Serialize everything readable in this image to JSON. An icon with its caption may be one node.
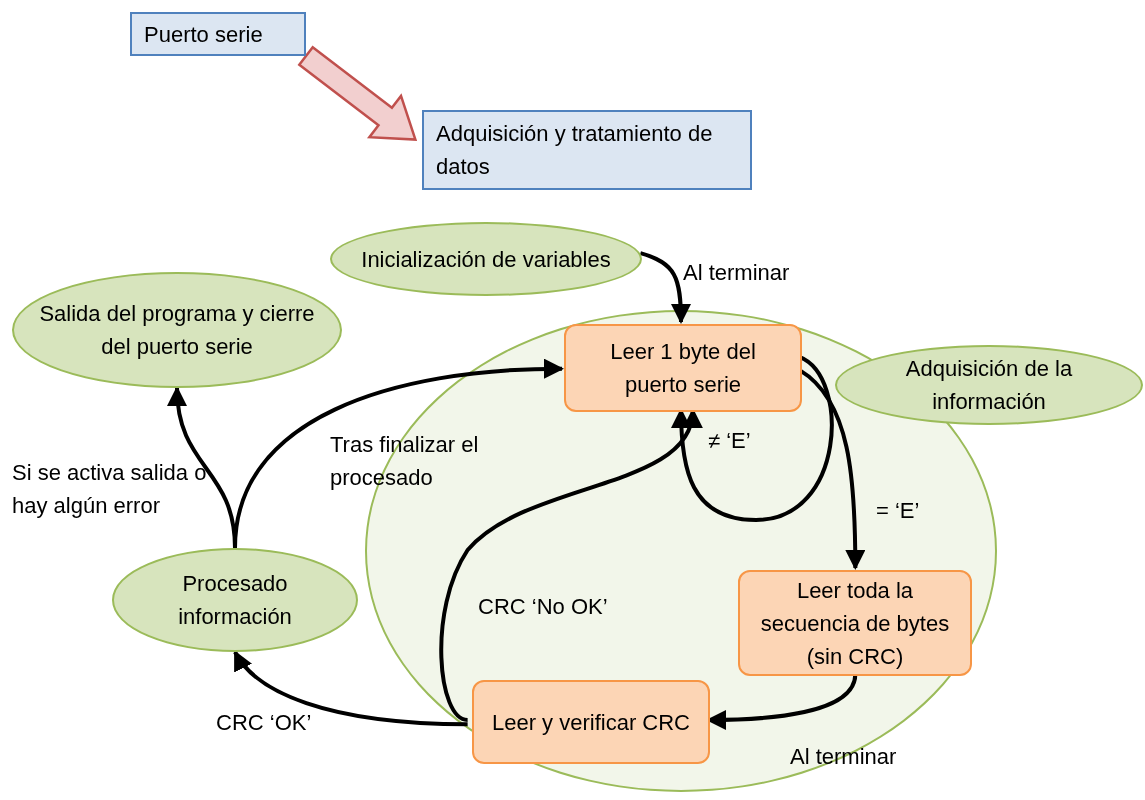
{
  "diagram": {
    "nodes": [
      {
        "text": [
          "Puerto serie"
        ]
      },
      {
        "text": [
          "Adquisición y tratamiento de datos"
        ]
      },
      {
        "text": [],
        "shape": "ellipse"
      },
      {
        "text": [
          "Inicialización de variables"
        ]
      },
      {
        "text": [
          "Salida del programa y cierre del puerto serie"
        ]
      },
      {
        "text": [
          "Leer 1 byte del puerto serie"
        ],
        "in": 2
      },
      {
        "text": [
          "Adquisición de la información"
        ]
      },
      {
        "text": [
          "Procesado información"
        ]
      },
      {
        "text": [
          "Leer toda la secuencia de bytes (sin CRC)"
        ],
        "in": 2
      },
      {
        "text": [
          "Leer y verificar CRC"
        ],
        "in": 2
      }
    ],
    "edges": [
      {
        "from": 0,
        "to": 1,
        "arrow": "to",
        "style": "thick",
        "color": "#c0504d"
      },
      {
        "from": 3,
        "to": 5,
        "arrow": "to",
        "label": "Al terminar"
      },
      {
        "from": 5,
        "to": 5,
        "arrow": "to",
        "label": "≠ ‘E’"
      },
      {
        "from": 5,
        "to": 8,
        "arrow": "to",
        "label": "= ‘E’"
      },
      {
        "from": 8,
        "to": 9,
        "arrow": "to",
        "label": "Al terminar"
      },
      {
        "from": 9,
        "to": 5,
        "arrow": "to",
        "label": "CRC ‘No OK’"
      },
      {
        "from": 9,
        "to": 7,
        "arrow": "to",
        "label": "CRC ‘OK’"
      },
      {
        "from": 7,
        "to": 4,
        "arrow": "to",
        "label": "Si se activa salida o hay algún error"
      },
      {
        "from": 7,
        "to": 5,
        "arrow": "to",
        "label": "Tras finalizar el procesado"
      }
    ]
  }
}
